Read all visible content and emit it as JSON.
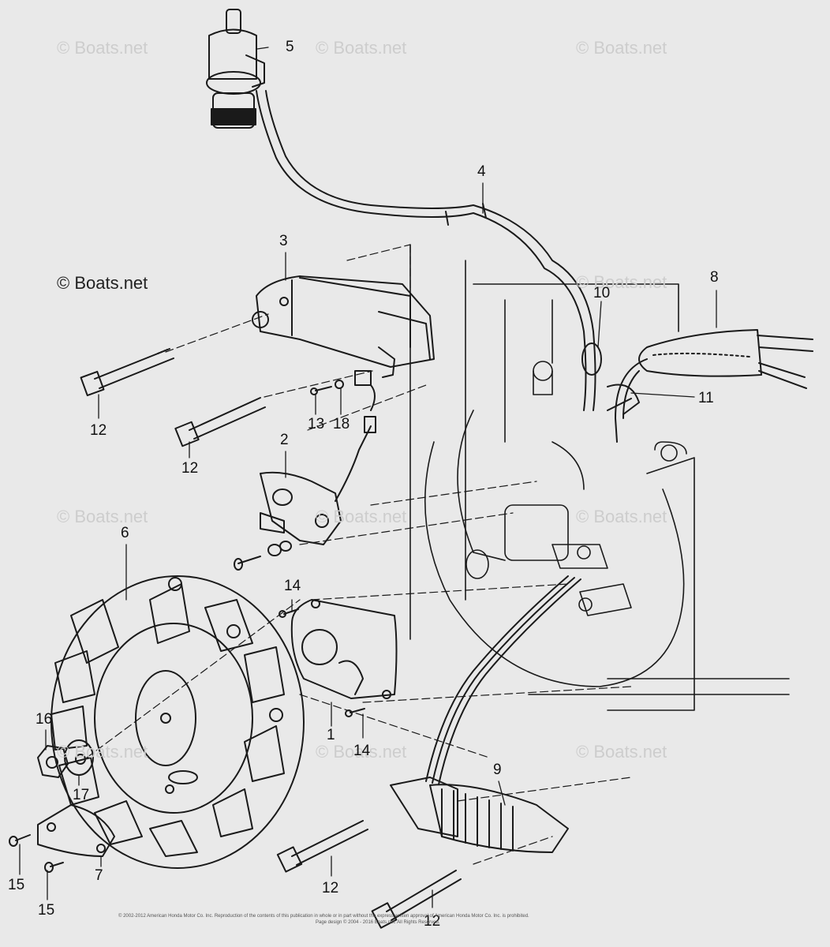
{
  "watermark": "© Boats.net",
  "main_watermark": "© Boats.net",
  "callouts": {
    "c1": "1",
    "c2": "2",
    "c3": "3",
    "c4": "4",
    "c5": "5",
    "c6": "6",
    "c7": "7",
    "c8": "8",
    "c9": "9",
    "c10": "10",
    "c11": "11",
    "c12a": "12",
    "c12b": "12",
    "c12c": "12",
    "c12d": "12",
    "c13": "13",
    "c14a": "14",
    "c14b": "14",
    "c15a": "15",
    "c15b": "15",
    "c16": "16",
    "c17": "17",
    "c18": "18"
  },
  "footer": {
    "line1": "© 2002-2012 American Honda Motor Co. Inc. Reproduction of the contents of this publication in whole or in part without the express written approval of American Honda Motor Co. Inc. is prohibited.",
    "line2": "Page design © 2004 - 2016 Boats.net. All Rights Reserved."
  }
}
